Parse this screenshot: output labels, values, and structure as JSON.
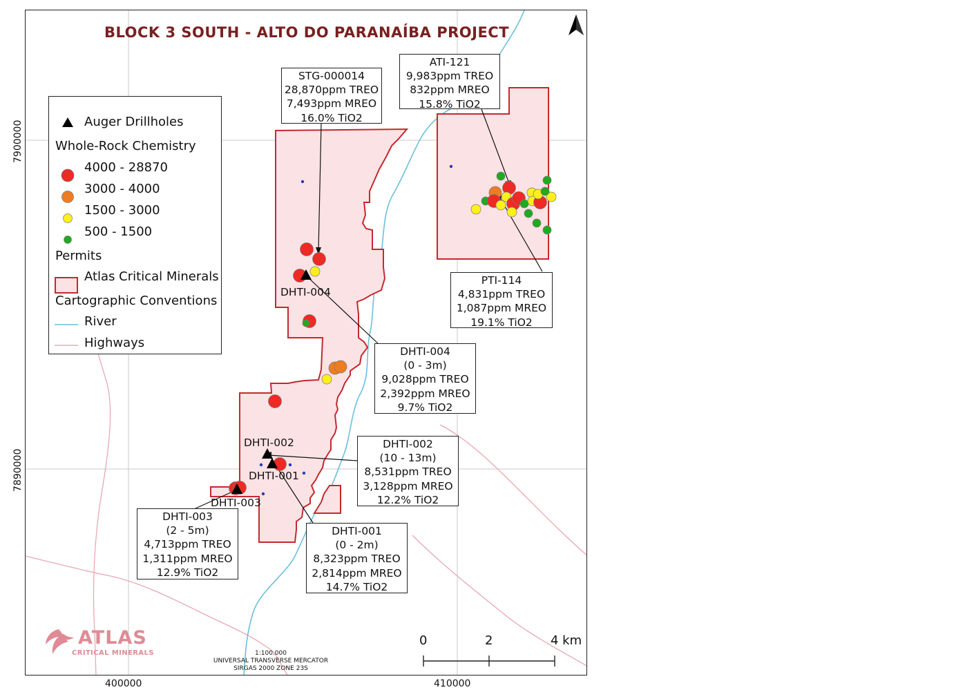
{
  "title": "BLOCK 3 SOUTH - ALTO DO PARANAÍBA PROJECT",
  "legend": {
    "auger_drillholes": "Auger Drillholes",
    "whole_rock_heading": "Whole-Rock Chemistry",
    "classes": [
      {
        "label": "4000 - 28870",
        "color": "#ee2a24"
      },
      {
        "label": "3000 - 4000",
        "color": "#ee7d22"
      },
      {
        "label": "1500 - 3000",
        "color": "#ffef1a"
      },
      {
        "label": "500 - 1500",
        "color": "#1faa1f"
      }
    ],
    "permits_heading": "Permits",
    "permit_label": "Atlas Critical Minerals",
    "conventions_heading": "Cartographic Conventions",
    "river_label": "River",
    "highways_label": "Highways"
  },
  "colors": {
    "title": "#7a1f1f",
    "permit_fill": "#fbe2e4",
    "permit_stroke": "#c4282e",
    "river": "#6bbfdc",
    "highway": "#e8a8b0",
    "grid": "#c8c8c8",
    "sample_site": "#1f3db8"
  },
  "callouts": {
    "stg": [
      "STG-000014",
      "28,870ppm TREO",
      "7,493ppm MREO",
      "16.0% TiO2"
    ],
    "ati": [
      "ATI-121",
      "9,983ppm TREO",
      "832ppm MREO",
      "15.8% TiO2"
    ],
    "pti": [
      "PTI-114",
      "4,831ppm TREO",
      "1,087ppm MREO",
      "19.1% TiO2"
    ],
    "dhti004": [
      "DHTI-004",
      "(0 - 3m)",
      "9,028ppm TREO",
      "2,392ppm MREO",
      "9.7% TiO2"
    ],
    "dhti002": [
      "DHTI-002",
      "(10 - 13m)",
      "8,531ppm TREO",
      "3,128ppm MREO",
      "12.2% TiO2"
    ],
    "dhti001": [
      "DHTI-001",
      "(0 - 2m)",
      "8,323ppm TREO",
      "2,814ppm MREO",
      "14.7% TiO2"
    ],
    "dhti003": [
      "DHTI-003",
      "(2 - 5m)",
      "4,713ppm TREO",
      "1,311ppm MREO",
      "12.9% TiO2"
    ]
  },
  "drillholes": [
    "DHTI-004",
    "DHTI-002",
    "DHTI-001",
    "DHTI-003"
  ],
  "axes": {
    "x_ticks": [
      "400000",
      "410000"
    ],
    "y_ticks": [
      "7900000",
      "7890000"
    ]
  },
  "scale_bar": {
    "labels": [
      "0",
      "2",
      "4 km"
    ]
  },
  "projection": [
    "1:100.000",
    "UNIVERSAL TRANSVERSE MERCATOR",
    "SIRGAS 2000 ZONE 23S"
  ],
  "logo": {
    "word": "ATLAS",
    "subtitle": "CRITICAL MINERALS"
  },
  "north_arrow": "north-arrow-icon"
}
